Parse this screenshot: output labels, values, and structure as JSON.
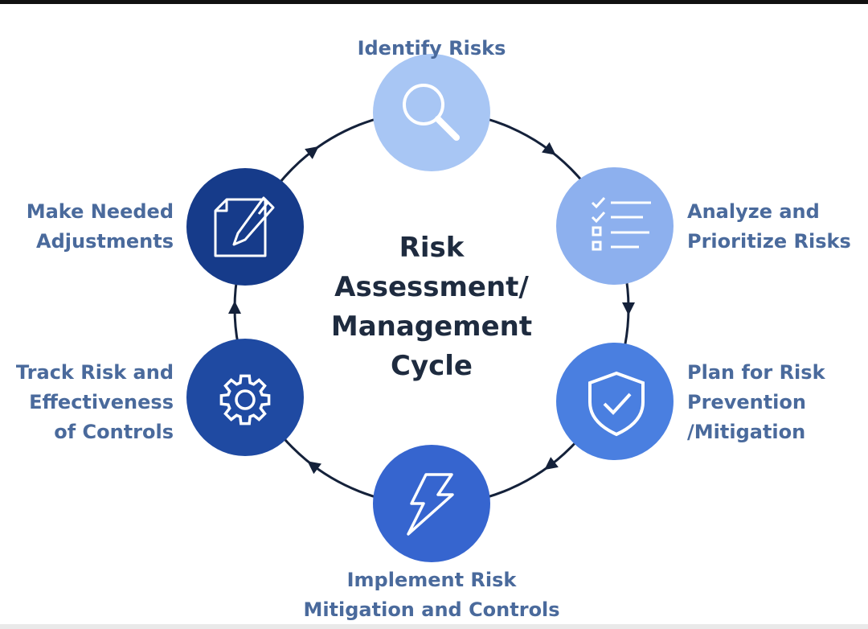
{
  "title_lines": [
    "Risk",
    "Assessment/",
    "Management",
    "Cycle"
  ],
  "steps": [
    {
      "lines": [
        "Identify Risks"
      ],
      "icon": "magnifier-icon",
      "color": "#a8c6f4"
    },
    {
      "lines": [
        "Analyze and",
        "Prioritize Risks"
      ],
      "icon": "checklist-icon",
      "color": "#8db0ee"
    },
    {
      "lines": [
        "Plan for Risk",
        "Prevention",
        "/Mitigation"
      ],
      "icon": "shield-check-icon",
      "color": "#4a7fe0"
    },
    {
      "lines": [
        "Implement Risk",
        "Mitigation and Controls"
      ],
      "icon": "lightning-icon",
      "color": "#3665cf"
    },
    {
      "lines": [
        "Track Risk and",
        "Effectiveness",
        "of Controls"
      ],
      "icon": "gear-icon",
      "color": "#1f4aa2"
    },
    {
      "lines": [
        "Make Needed",
        "Adjustments"
      ],
      "icon": "document-pencil-icon",
      "color": "#163b8a"
    }
  ],
  "colors": {
    "ring": "#14213a",
    "label": "#4a6a9c",
    "title": "#1e2b3f"
  }
}
